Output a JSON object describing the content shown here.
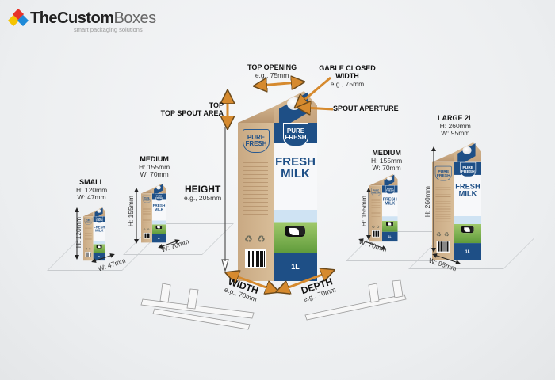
{
  "brand": {
    "name_bold": "TheCustom",
    "name_light": "Boxes",
    "tagline": "smart packaging solutions",
    "colors": [
      "#e63329",
      "#f5c400",
      "#1f8ad8"
    ]
  },
  "product_label": {
    "badge": "PURE FRESH",
    "title": "FRESH MILK",
    "volume": "1L"
  },
  "main_carton": {
    "top_opening": {
      "label": "TOP OPENING",
      "value": "e.g., 75mm"
    },
    "gable_closed_width": {
      "label": "GABLE CLOSED WIDTH",
      "value": "e.g., 75mm"
    },
    "spout_aperture": {
      "label": "SPOUT APERTURE"
    },
    "top_spout_area": {
      "label_line1": "TOP",
      "label_line2": "TOP SPOUT AREA"
    },
    "height": {
      "label": "HEIGHT",
      "value": "e.g., 205mm"
    },
    "width": {
      "label": "WIDTH",
      "value": "e.g., 70mm"
    },
    "depth": {
      "label": "DEPTH",
      "value": "e.g., 70mm"
    }
  },
  "sizes": [
    {
      "name": "SMALL",
      "h": "H: 120mm",
      "w": "W: 47mm"
    },
    {
      "name": "MEDIUM",
      "h": "H: 155mm",
      "w": "W: 70mm"
    },
    {
      "name": "MEDIUM",
      "h": "H: 155mm",
      "w": "W: 70mm"
    },
    {
      "name": "LARGE 2L",
      "h": "H: 260mm",
      "w": "W: 95mm"
    }
  ],
  "accent_color": "#d68a2e"
}
